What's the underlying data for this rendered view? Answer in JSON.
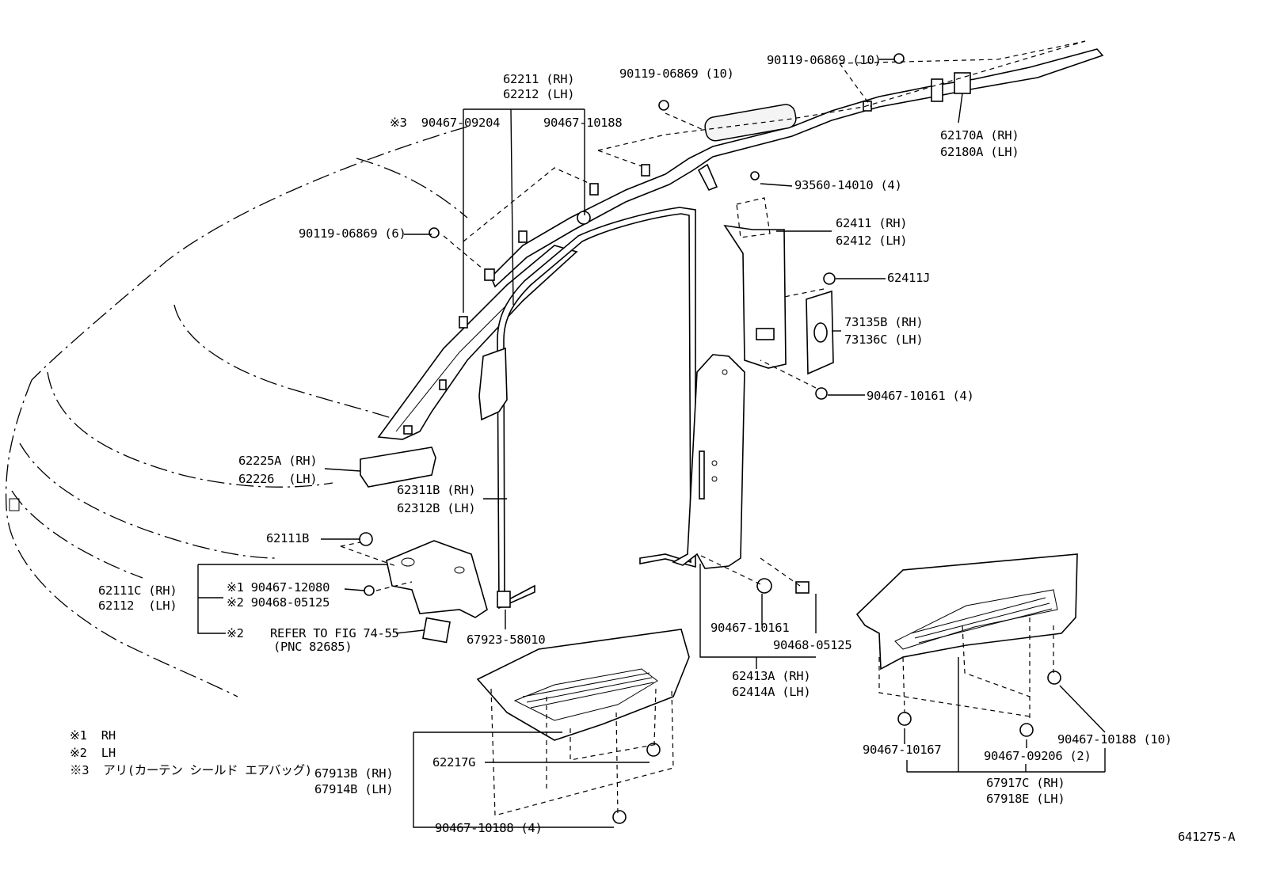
{
  "labels": {
    "p62211": "62211 (RH)",
    "p62212": "62212 (LH)",
    "s3_90467_09204": "※3  90467-09204",
    "p90467_10188_top": "90467-10188",
    "p90119_06869_10a": "90119-06869 (10)",
    "p90119_06869_10b": "90119-06869 (10)",
    "p62170A": "62170A (RH)",
    "p62180A": "62180A (LH)",
    "p93560_14010": "93560-14010 (4)",
    "p62411": "62411 (RH)",
    "p62412": "62412 (LH)",
    "p62411J": "62411J",
    "p73135B": "73135B (RH)",
    "p73136C": "73136C (LH)",
    "p90467_10161_4": "90467-10161 (4)",
    "p90119_06869_6": "90119-06869 (6)",
    "p62225A": "62225A (RH)",
    "p62226": "62226  (LH)",
    "p62311B": "62311B (RH)",
    "p62312B": "62312B (LH)",
    "p62111B": "62111B",
    "p62111C": "62111C (RH)",
    "p62112": "62112  (LH)",
    "s1_90467_12080": "※1 90467-12080",
    "s2_90468_05125": "※2 90468-05125",
    "s2_refer": "※2",
    "refer_fig": "REFER TO FIG 74-55",
    "refer_pnc": "(PNC 82685)",
    "p67923_58010": "67923-58010",
    "p90467_10161": "90467-10161",
    "p90468_05125": "90468-05125",
    "p62413A": "62413A (RH)",
    "p62414A": "62414A (LH)",
    "p62217G": "62217G",
    "p67913B": "67913B (RH)",
    "p67914B": "67914B (LH)",
    "p90467_10188_4": "90467-10188 (4)",
    "p90467_10167": "90467-10167",
    "p90467_09206": "90467-09206 (2)",
    "p90467_10188_10": "90467-10188 (10)",
    "p67917C": "67917C (RH)",
    "p67918E": "67918E (LH)",
    "diagram_id": "641275-A"
  },
  "legend": [
    "※1  RH",
    "※2  LH",
    "※3  アリ(カーテン シールド エアバッグ)"
  ]
}
